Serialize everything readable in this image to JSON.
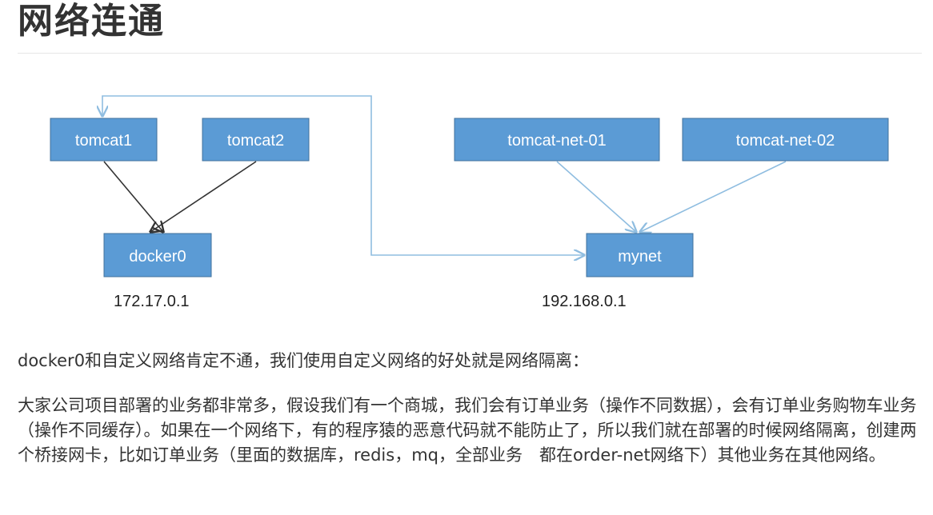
{
  "page": {
    "title": "网络连通",
    "paragraph_1": "docker0和自定义网络肯定不通，我们使用自定义网络的好处就是网络隔离：",
    "paragraph_2": "大家公司项目部署的业务都非常多，假设我们有一个商城，我们会有订单业务（操作不同数据），会有订单业务购物车业务（操作不同缓存）。如果在一个网络下，有的程序猿的恶意代码就不能防止了，所以我们就在部署的时候网络隔离，创建两个桥接网卡，比如订单业务（里面的数据库，redis，mq，全部业务　都在order-net网络下）其他业务在其他网络。"
  },
  "diagram": {
    "nodes": {
      "tomcat1": "tomcat1",
      "tomcat2": "tomcat2",
      "docker0": "docker0",
      "tomcat_net_01": "tomcat-net-01",
      "tomcat_net_02": "tomcat-net-02",
      "mynet": "mynet"
    },
    "ips": {
      "docker0": "172.17.0.1",
      "mynet": "192.168.0.1"
    },
    "colors": {
      "node_fill": "#5b9bd5",
      "node_stroke": "#41719c",
      "dark_arrow": "#333333",
      "light_arrow": "#8fbde0"
    }
  }
}
